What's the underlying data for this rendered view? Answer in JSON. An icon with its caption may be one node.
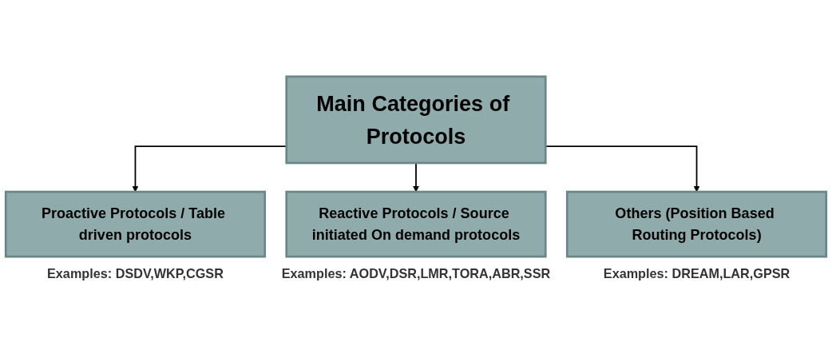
{
  "diagram": {
    "nodes": [
      {
        "text": [
          "Main Categories of Protocols"
        ]
      },
      {
        "text": [
          "Proactive Protocols / Table driven protocols"
        ],
        "beside": [
          "Examples: DSDV,WKP,CGSR"
        ]
      },
      {
        "text": [
          "Reactive Protocols / Source initiated On demand protocols"
        ],
        "beside": [
          "Examples: AODV,DSR,LMR,TORA,ABR,SSR"
        ]
      },
      {
        "text": [
          "Others (Position Based Routing Protocols)"
        ],
        "beside": [
          "Examples: DREAM,LAR,GPSR"
        ]
      }
    ],
    "edges": [
      {
        "from": 0,
        "to": 1,
        "arrow": "to"
      },
      {
        "from": 0,
        "to": 2,
        "arrow": "to"
      },
      {
        "from": 0,
        "to": 3,
        "arrow": "to"
      }
    ]
  }
}
